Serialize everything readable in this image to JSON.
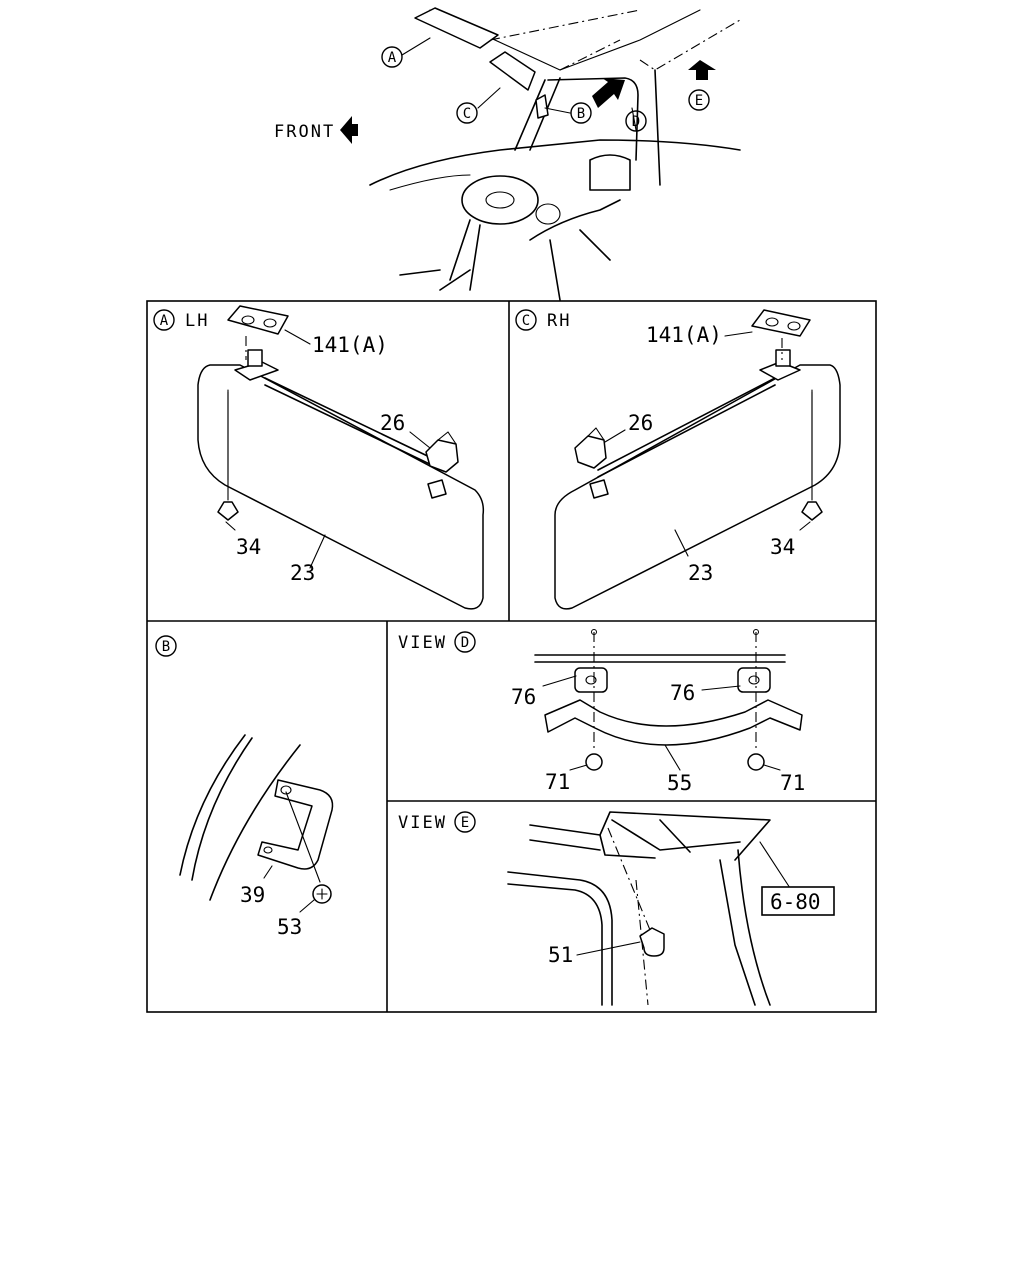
{
  "overview": {
    "front_label": "FRONT",
    "callouts": {
      "a": "A",
      "b": "B",
      "c": "C",
      "d": "D",
      "e": "E"
    }
  },
  "panels": {
    "a": {
      "circle": "A",
      "title": "LH",
      "parts": {
        "p141": "141(A)",
        "p26": "26",
        "p34": "34",
        "p23": "23"
      }
    },
    "c": {
      "circle": "C",
      "title": "RH",
      "parts": {
        "p141": "141(A)",
        "p26": "26",
        "p34": "34",
        "p23": "23"
      }
    },
    "b": {
      "circle": "B",
      "parts": {
        "p39": "39",
        "p53": "53"
      }
    },
    "d": {
      "view": "VIEW",
      "circle": "D",
      "parts": {
        "p76a": "76",
        "p76b": "76",
        "p71a": "71",
        "p71b": "71",
        "p55": "55"
      }
    },
    "e": {
      "view": "VIEW",
      "circle": "E",
      "parts": {
        "p51": "51",
        "ref": "6-80"
      }
    }
  }
}
